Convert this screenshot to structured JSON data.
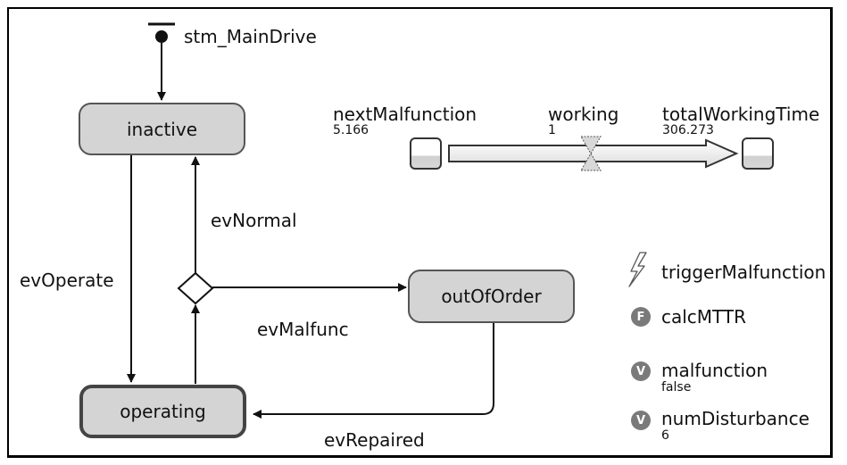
{
  "statechart": {
    "name": "stm_MainDrive",
    "states": {
      "inactive": "inactive",
      "operating": "operating",
      "outOfOrder": "outOfOrder"
    },
    "transitions": {
      "evNormal": "evNormal",
      "evOperate": "evOperate",
      "evMalfunc": "evMalfunc",
      "evRepaired": "evRepaired"
    }
  },
  "flow": {
    "source": {
      "name": "nextMalfunction",
      "value": "5.166"
    },
    "valve": {
      "name": "working",
      "value": "1"
    },
    "target": {
      "name": "totalWorkingTime",
      "value": "306.273"
    }
  },
  "elements": {
    "event": {
      "name": "triggerMalfunction",
      "icon": "lightning-icon"
    },
    "function": {
      "name": "calcMTTR",
      "badge": "F"
    },
    "var1": {
      "name": "malfunction",
      "value": "false",
      "badge": "V"
    },
    "var2": {
      "name": "numDisturbance",
      "value": "6",
      "badge": "V"
    }
  }
}
